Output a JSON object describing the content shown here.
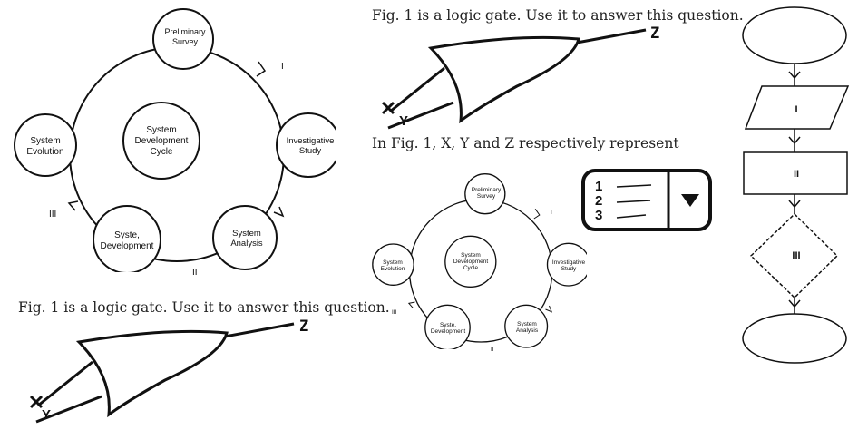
{
  "captions": {
    "gate_top": "Fig. 1 is a logic gate. Use it to answer this question.",
    "gate_bottom": "Fig. 1 is a logic gate. Use it to answer this question.",
    "question": "In Fig. 1, X, Y and Z respectively represent"
  },
  "cycle": {
    "center": [
      "System",
      "Development",
      "Cycle"
    ],
    "preliminary": [
      "Preliminary",
      "Survey"
    ],
    "investigative": [
      "Investigative",
      "Study"
    ],
    "analysis": [
      "System",
      "Analysis"
    ],
    "development": [
      "Syste,",
      "Development"
    ],
    "evolution": [
      "System",
      "Evolution"
    ],
    "arrow_i": "I",
    "arrow_ii": "II",
    "arrow_iii": "III"
  },
  "gate": {
    "x": "X",
    "y": "Y",
    "z": "Z"
  },
  "dropdown": {
    "options": [
      "1",
      "2",
      "3"
    ],
    "arrow_icon": "triangle-down-icon"
  },
  "flowchart": {
    "parallelogram": "I",
    "rectangle": "II",
    "diamond": "III"
  }
}
